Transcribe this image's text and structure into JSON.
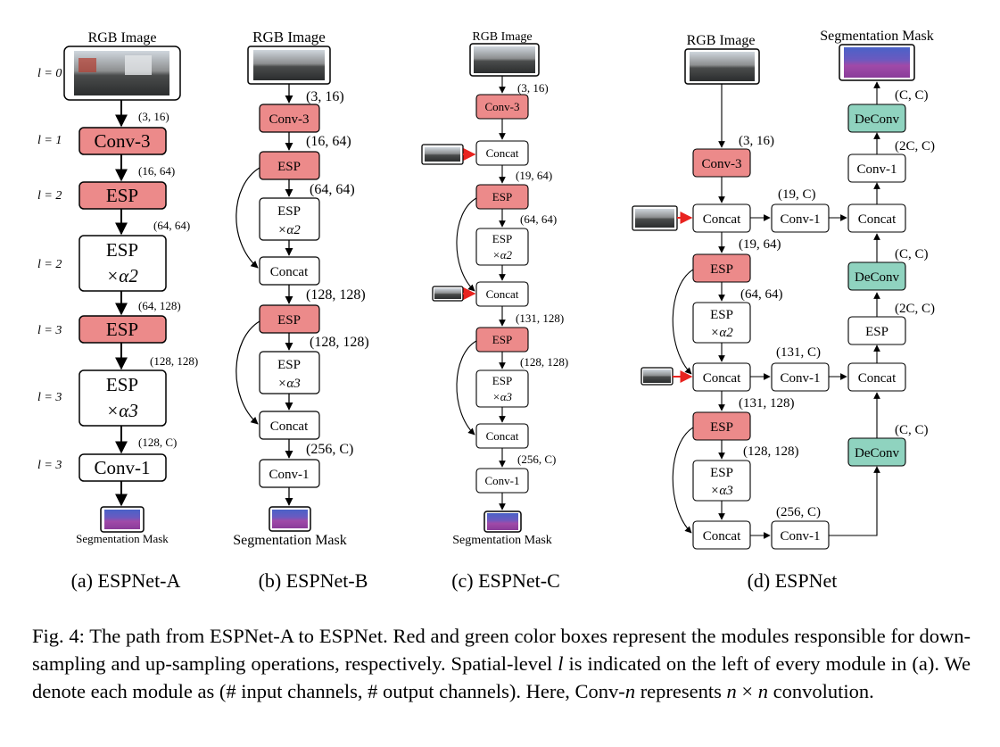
{
  "colors": {
    "downsample": "#ec8a8a",
    "upsample": "#8fd3bf",
    "plain": "#ffffff",
    "stroke": "#000000",
    "input_arrow": "#e8231f"
  },
  "common": {
    "rgb_image": "RGB Image",
    "segmentation_mask": "Segmentation Mask"
  },
  "panel_a": {
    "caption": "(a) ESPNet-A",
    "levels": [
      "l = 0",
      "l = 1",
      "l = 2",
      "l = 2",
      "l = 3",
      "l = 3",
      "l = 3"
    ],
    "modules": [
      "Conv-3",
      "ESP",
      "ESP",
      "×α2",
      "ESP",
      "ESP",
      "×α3",
      "Conv-1"
    ],
    "channels": [
      "(3, 16)",
      "(16, 64)",
      "(64, 64)",
      "(64, 128)",
      "(128, 128)",
      "(128, C)"
    ]
  },
  "panel_b": {
    "caption": "(b) ESPNet-B",
    "modules": [
      "Conv-3",
      "ESP",
      "ESP",
      "×α2",
      "Concat",
      "ESP",
      "ESP",
      "×α3",
      "Concat",
      "Conv-1"
    ],
    "channels": [
      "(3, 16)",
      "(16, 64)",
      "(64, 64)",
      "(128, 128)",
      "(128, 128)",
      "(256, C)"
    ]
  },
  "panel_c": {
    "caption": "(c) ESPNet-C",
    "modules": [
      "Conv-3",
      "Concat",
      "ESP",
      "ESP",
      "×α2",
      "Concat",
      "ESP",
      "ESP",
      "×α3",
      "Concat",
      "Conv-1"
    ],
    "channels": [
      "(3, 16)",
      "(19, 64)",
      "(64, 64)",
      "(131, 128)",
      "(128, 128)",
      "(256, C)"
    ]
  },
  "panel_d": {
    "caption": "(d) ESPNet",
    "modules": [
      "Conv-3",
      "Concat",
      "ESP",
      "ESP",
      "×α2",
      "Concat",
      "ESP",
      "ESP",
      "×α3",
      "Concat",
      "Conv-1",
      "Conv-1",
      "Conv-1",
      "Concat",
      "Concat",
      "DeConv",
      "Conv-1",
      "DeConv",
      "ESP",
      "DeConv"
    ],
    "channels": [
      "(3, 16)",
      "(19, 64)",
      "(64, 64)",
      "(131, 128)",
      "(128, 128)",
      "(19, C)",
      "(131, C)",
      "(256, C)",
      "(C, C)",
      "(2C, C)",
      "(C, C)",
      "(2C, C)",
      "(C, C)"
    ]
  },
  "caption": {
    "p1": "Fig. 4: The path from ESPNet-A to ESPNet. Red and green color boxes represent the modules responsible for down-sampling and up-sampling operations, respectively. Spatial-level ",
    "l": "l",
    "p2": " is indicated on the left of every module in (a). We denote each module as (# input channels, # output channels). Here, Conv-",
    "n1": "n",
    "p3": " represents ",
    "n2": "n",
    "times": " × ",
    "n3": "n",
    "p4": " convolution."
  }
}
